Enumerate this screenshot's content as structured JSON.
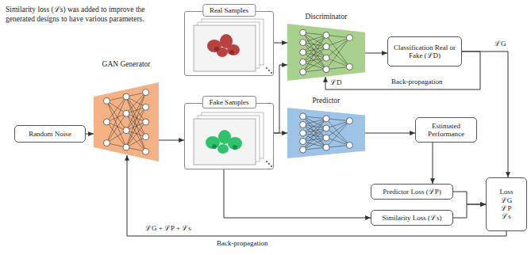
{
  "diagram": {
    "nodes": [
      {
        "text": [
          "Random Noise"
        ]
      },
      {
        "text": [
          "GAN Generator"
        ]
      },
      {
        "text": [
          "Real Samples"
        ]
      },
      {
        "text": [
          "Fake Samples"
        ]
      },
      {
        "text": [
          "Discriminator"
        ]
      },
      {
        "text": [
          "Classification Real or Fake (ℒD)"
        ]
      },
      {
        "text": [
          "Predictor"
        ]
      },
      {
        "text": [
          "Estimated Performance"
        ]
      },
      {
        "text": [
          "Predictor Loss (ℒP)"
        ]
      },
      {
        "text": [
          "Similarity Loss (ℒs)"
        ]
      },
      {
        "text": [
          "Loss",
          "ℒG",
          "ℒP",
          "ℒs"
        ]
      }
    ],
    "edges": [
      {
        "from": 0,
        "to": 1,
        "arrow": "to"
      },
      {
        "from": 1,
        "to": 3,
        "arrow": "to"
      },
      {
        "from": 2,
        "to": 4,
        "arrow": "to"
      },
      {
        "from": 3,
        "to": 4,
        "arrow": "to"
      },
      {
        "from": 3,
        "to": 6,
        "arrow": "to"
      },
      {
        "from": 4,
        "to": 5,
        "arrow": "to"
      },
      {
        "from": 5,
        "to": 4,
        "label": "Back-propagation",
        "arrow": "to"
      },
      {
        "from": 5,
        "to": 10,
        "label": "ℒG",
        "arrow": "to"
      },
      {
        "from": 6,
        "to": 7,
        "arrow": "to"
      },
      {
        "from": 7,
        "to": 8,
        "arrow": "to"
      },
      {
        "from": 3,
        "to": 9,
        "arrow": "to"
      },
      {
        "from": 8,
        "to": 10,
        "arrow": "to"
      },
      {
        "from": 9,
        "to": 10,
        "arrow": "to"
      },
      {
        "from": 10,
        "to": 1,
        "label": "ℒG + ℒP + ℒs",
        "arrow": "to"
      }
    ],
    "labels": [
      "Similarity loss (ℒs) was added to improve the generated designs to have various parameters.",
      "ℒD",
      "Back-propagation"
    ]
  }
}
